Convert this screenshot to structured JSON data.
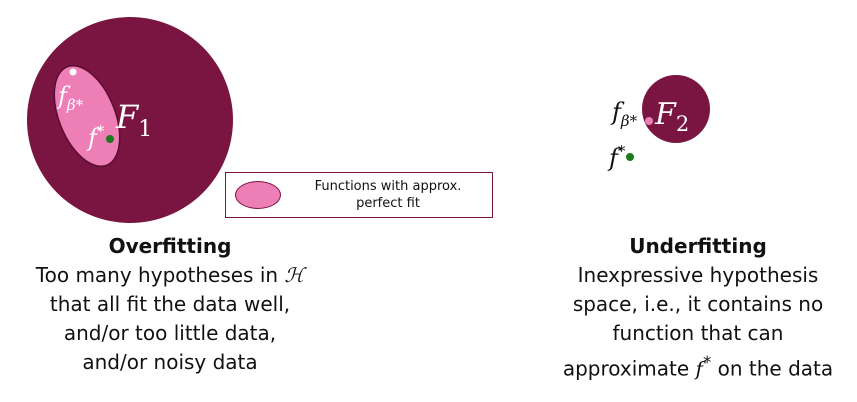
{
  "diagram": {
    "colors": {
      "maroon": "#7a1440",
      "pink": "#ee7fb6",
      "green": "#1b7a1b",
      "white": "#ffffff"
    },
    "left": {
      "set_label": "F",
      "set_subscript": "1",
      "fbeta_label": "f",
      "fbeta_superscript": "β*",
      "fstar_label": "f",
      "fstar_superscript": "*"
    },
    "right": {
      "set_label": "F",
      "set_subscript": "2",
      "fbeta_label": "f",
      "fbeta_superscript": "β*",
      "fstar_label": "f",
      "fstar_superscript": "*"
    },
    "legend": {
      "label": "Functions with approx.\nperfect fit"
    }
  },
  "captions": {
    "left": {
      "heading": "Overfitting",
      "line1_prefix": "Too many hypotheses in ",
      "line1_symbol": "ℋ",
      "line2": "that all fit the data well,",
      "line3": "and/or too little data,",
      "line4": "and/or noisy data"
    },
    "right": {
      "heading": "Underfitting",
      "line1": "Inexpressive hypothesis",
      "line2": "space, i.e., it contains no",
      "line3": "function that can",
      "line4_prefix": "approximate ",
      "line4_symbol": "f",
      "line4_sup": "*",
      "line4_suffix": " on the data"
    }
  }
}
